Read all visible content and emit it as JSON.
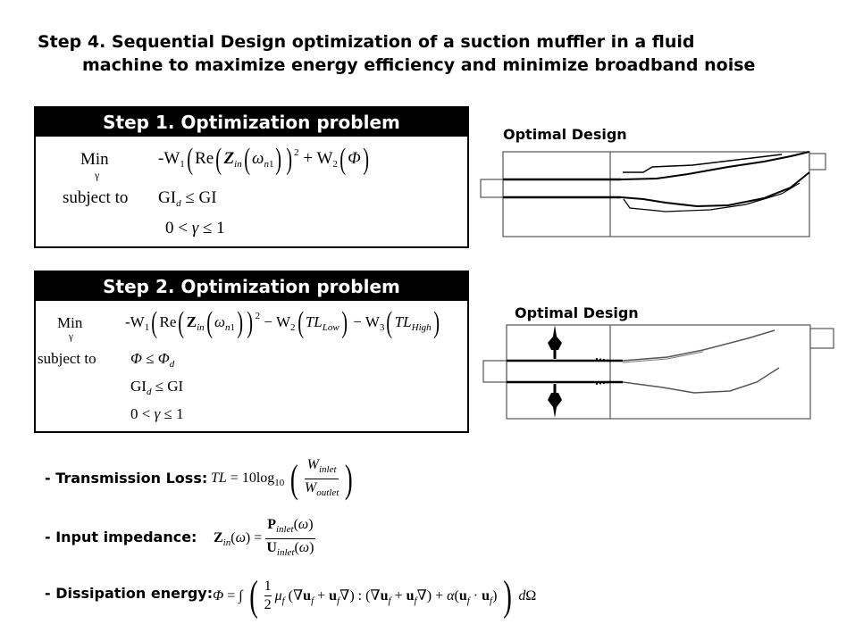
{
  "title": {
    "line1": "Step 4. Sequential Design optimization of a suction muffler in a fluid",
    "line2": "machine to maximize energy efficiency and minimize broadband noise"
  },
  "step1": {
    "header": "Step 1. Optimization problem",
    "min": "Min",
    "min_var": "γ",
    "objective_prefix": "-W",
    "subject_to": "subject to",
    "constraint1_lhs": "GI",
    "constraint1_rhs": "GI",
    "constraint2": "0 < γ ≤ 1"
  },
  "step2": {
    "header": "Step 2. Optimization problem",
    "min": "Min",
    "min_var": "γ",
    "subject_to": "subject to",
    "constraint2_lhs": "GI",
    "constraint2_rhs": "GI",
    "constraint3": "0 < γ ≤ 1"
  },
  "optimal_design_1": "Optimal Design",
  "optimal_design_2": "Optimal Design",
  "definitions": {
    "tl_label": "- Transmission Loss:",
    "zin_label": "- Input impedance:",
    "diss_label": "- Dissipation energy:"
  }
}
